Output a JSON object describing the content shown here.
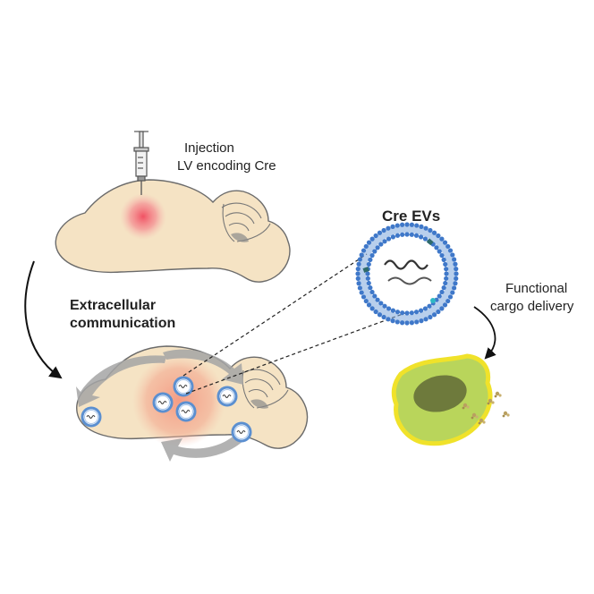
{
  "labels": {
    "injection_line1": "Injection",
    "injection_line2": "LV encoding Cre",
    "cre_evs": "Cre EVs",
    "communication_line1": "Extracellular",
    "communication_line2": "communication",
    "delivery_line1": "Functional",
    "delivery_line2": "cargo delivery"
  },
  "colors": {
    "brain_fill": "#f5e3c4",
    "brain_stroke": "#6b6b6b",
    "injection_glow": "#f05a6a",
    "spread_glow": "#f2a58c",
    "ev_membrane": "#5b8fd0",
    "ev_head": "#3f78c9",
    "cell_outer": "#f0e22a",
    "cell_body": "#b7d35a",
    "nucleus": "#6e7a3c",
    "cargo": "#b9a060",
    "arrow_gray": "#9a9a9a"
  },
  "icons": [
    "syringe-icon",
    "brain-icon",
    "extracellular-vesicle-icon",
    "target-cell-icon"
  ]
}
